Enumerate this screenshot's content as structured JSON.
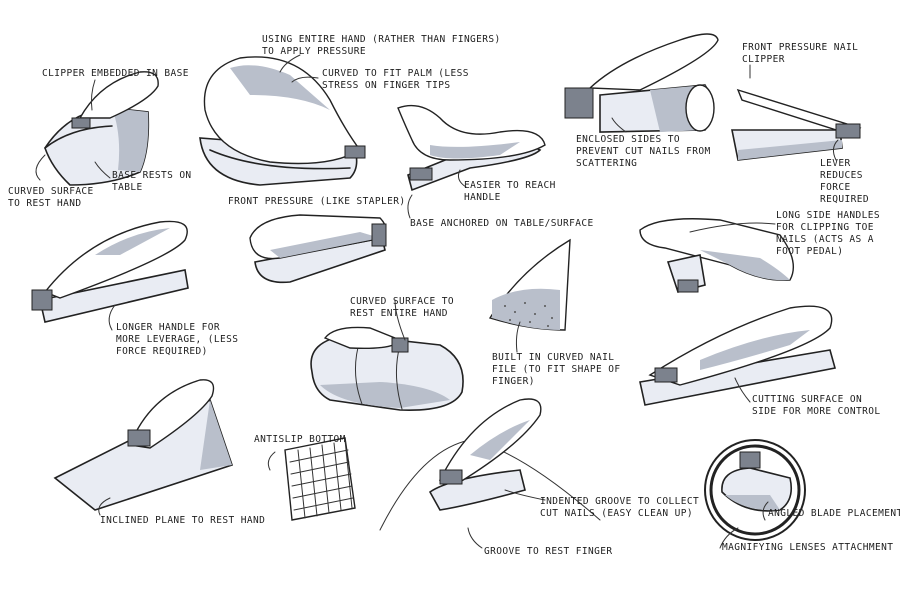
{
  "labels": {
    "clipper_embedded": "Clipper embedded in base",
    "curved_surface_rest_hand": "Curved surface to rest hand",
    "base_rests_on_table": "Base rests on table",
    "using_entire_hand": "Using entire hand (rather than fingers) to apply pressure",
    "curved_to_fit_palm": "Curved to fit palm (less stress on finger tips",
    "easier_to_reach": "Easier to reach handle",
    "base_anchored": "Base anchored on table/surface",
    "enclosed_sides": "Enclosed sides to prevent cut nails from scattering",
    "front_pressure_clipper": "Front pressure nail clipper",
    "lever_reduces": "Lever reduces force required",
    "front_pressure_stapler": "Front pressure (like stapler)",
    "long_side_handles": "Long side handles for clipping toe nails (acts as a foot pedal)",
    "longer_handle": "Longer handle for more leverage, (less force required)",
    "curved_surface_entire_hand": "Curved surface to rest entire hand",
    "built_in_file": "Built in curved nail file (to fit shape of finger)",
    "cutting_surface_side": "Cutting surface on side for more control",
    "antislip_bottom": "Antislip bottom",
    "inclined_plane": "Inclined plane to rest hand",
    "indented_groove": "Indented groove to collect cut nails (easy clean up)",
    "groove_rest_finger": "Groove to rest finger",
    "angled_blade": "Angled blade placement",
    "magnifying_lenses": "Magnifying lenses attachment"
  },
  "colors": {
    "ink": "#222222",
    "marker_light": "#e9ecf3",
    "marker_shade": "#b9bfcb",
    "marker_dark": "#7c828d",
    "paper": "#ffffff"
  }
}
